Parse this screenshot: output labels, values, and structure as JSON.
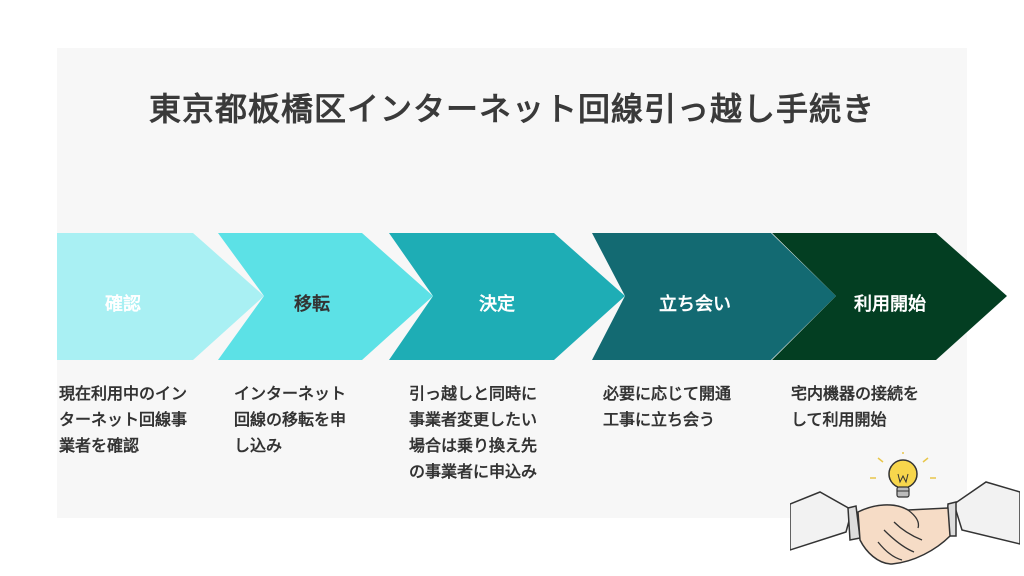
{
  "title": "東京都板橋区インターネット回線引っ越し手続き",
  "steps": [
    {
      "label": "確認",
      "description": "現在利用中のインターネット回線事業者を確認",
      "color": "#a9f0f3",
      "text_color": "#ffffff"
    },
    {
      "label": "移転",
      "description": "インターネット回線の移転を申し込み",
      "color": "#5ce1e6",
      "text_color": "#333333"
    },
    {
      "label": "決定",
      "description": "引っ越しと同時に事業者変更したい場合は乗り換え先の事業者に申込み",
      "color": "#1eadb5",
      "text_color": "#ffffff"
    },
    {
      "label": "立ち会い",
      "description": "必要に応じて開通工事に立ち会う",
      "color": "#136a72",
      "text_color": "#ffffff"
    },
    {
      "label": "利用開始",
      "description": "宅内機器の接続をして利用開始",
      "color": "#033e22",
      "text_color": "#ffffff"
    }
  ],
  "illustration_icons": [
    "handshake-icon",
    "lightbulb-icon"
  ]
}
